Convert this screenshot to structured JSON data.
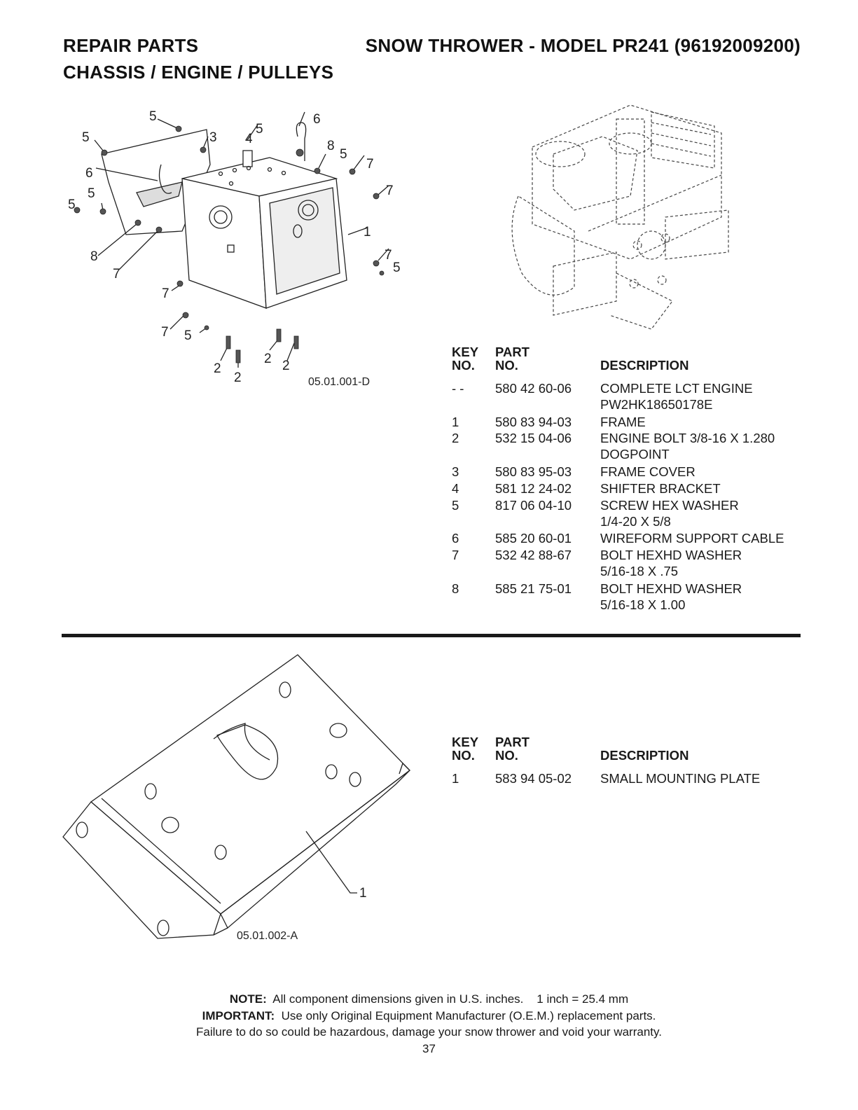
{
  "header": {
    "left": "REPAIR PARTS",
    "right": "SNOW THROWER - MODEL  PR241  (96192009200)",
    "subtitle": "CHASSIS / ENGINE / PULLEYS"
  },
  "figure1": {
    "code": "05.01.001-D",
    "callouts": [
      "5",
      "5",
      "3",
      "5",
      "4",
      "6",
      "8",
      "5",
      "7",
      "6",
      "7",
      "5",
      "5",
      "1",
      "8",
      "7",
      "7",
      "5",
      "7",
      "7",
      "5",
      "2",
      "2",
      "2",
      "2"
    ]
  },
  "figure2": {
    "code": "05.01.002-A",
    "callouts": [
      "1"
    ]
  },
  "table1": {
    "headers": {
      "key": [
        "KEY",
        "NO."
      ],
      "part": [
        "PART",
        "NO."
      ],
      "desc": "DESCRIPTION"
    },
    "rows": [
      {
        "key": "- -",
        "part": "580 42 60-06",
        "desc": [
          "COMPLETE LCT ENGINE",
          "PW2HK18650178E"
        ]
      },
      {
        "key": "1",
        "part": "580 83 94-03",
        "desc": [
          "FRAME"
        ]
      },
      {
        "key": "2",
        "part": "532 15 04-06",
        "desc": [
          "ENGINE BOLT 3/8-16 X 1.280",
          "DOGPOINT"
        ]
      },
      {
        "key": "3",
        "part": "580 83 95-03",
        "desc": [
          "FRAME COVER"
        ]
      },
      {
        "key": "4",
        "part": "581 12 24-02",
        "desc": [
          "SHIFTER BRACKET"
        ]
      },
      {
        "key": "5",
        "part": "817 06 04-10",
        "desc": [
          "SCREW HEX WASHER",
          "1/4-20 X 5/8"
        ]
      },
      {
        "key": "6",
        "part": "585 20 60-01",
        "desc": [
          "WIREFORM SUPPORT CABLE"
        ]
      },
      {
        "key": "7",
        "part": "532 42 88-67",
        "desc": [
          "BOLT HEXHD WASHER",
          "5/16-18 X .75"
        ]
      },
      {
        "key": "8",
        "part": "585 21 75-01",
        "desc": [
          "BOLT HEXHD WASHER",
          "5/16-18 X 1.00"
        ]
      }
    ]
  },
  "table2": {
    "headers": {
      "key": [
        "KEY",
        "NO."
      ],
      "part": [
        "PART",
        "NO."
      ],
      "desc": "DESCRIPTION"
    },
    "rows": [
      {
        "key": "1",
        "part": "583 94 05-02",
        "desc": [
          "SMALL MOUNTING PLATE"
        ]
      }
    ]
  },
  "footer": {
    "note_label": "NOTE:",
    "note_text": "  All component dimensions given in U.S. inches.    1 inch = 25.4 mm",
    "important_label": "IMPORTANT:",
    "important_text": "  Use only Original Equipment Manufacturer (O.E.M.) replacement parts.",
    "warning": "Failure to do so could be hazardous, damage your snow thrower and void your warranty.",
    "page_number": "37"
  }
}
